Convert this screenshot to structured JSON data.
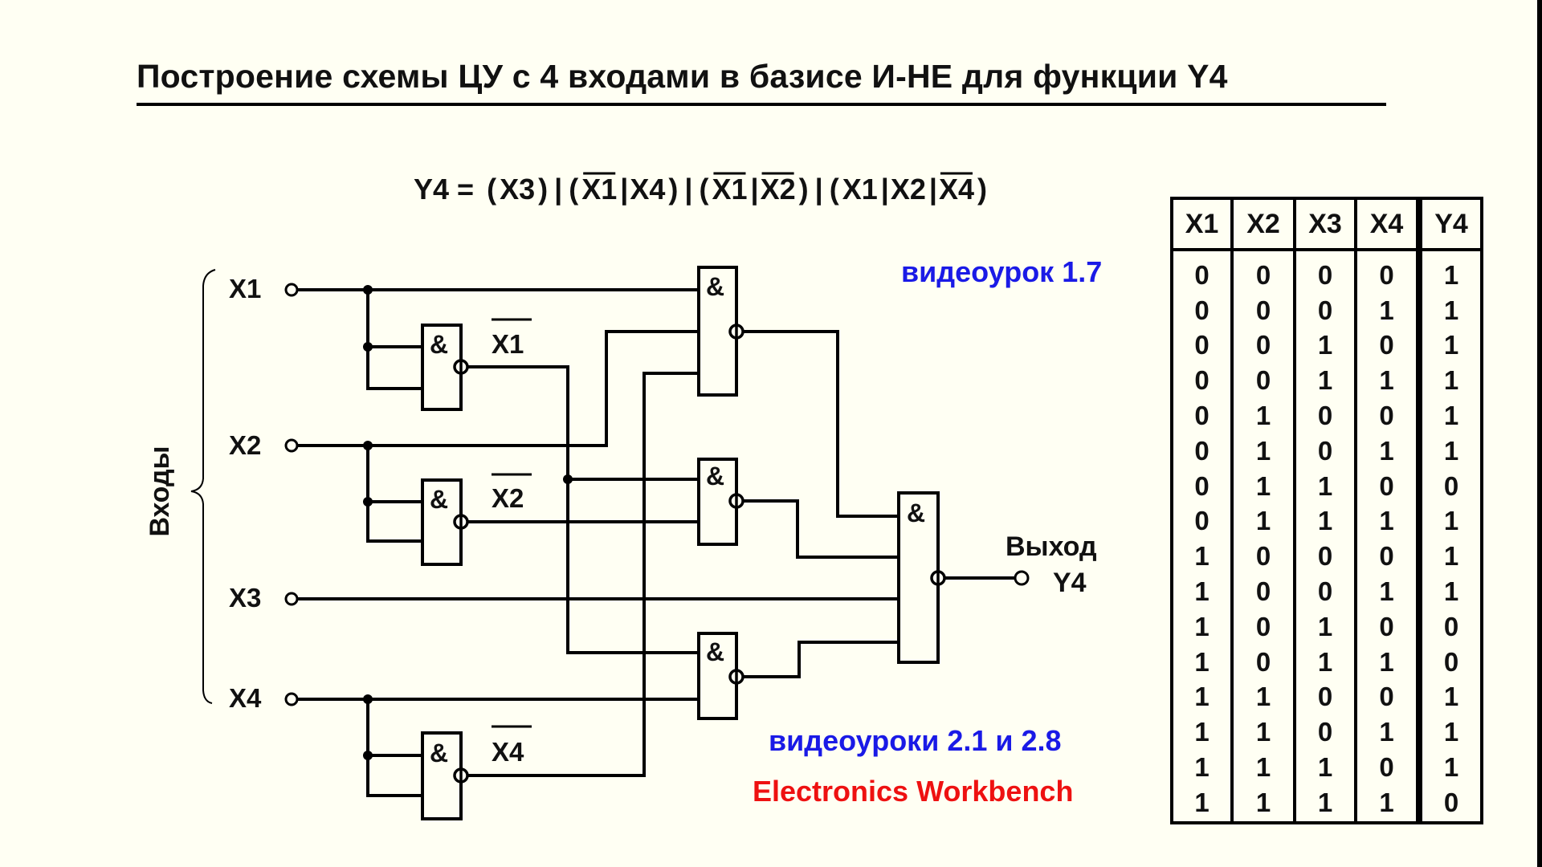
{
  "title": "Построение схемы ЦУ с 4 входами в базисе И-НЕ для функции Y4",
  "formula": {
    "lhs": "Y4 =",
    "terms": [
      {
        "parts": [
          {
            "text": "X3",
            "negated": false
          }
        ]
      },
      {
        "parts": [
          {
            "text": "X1",
            "negated": true
          },
          {
            "text": "X4",
            "negated": false
          }
        ]
      },
      {
        "parts": [
          {
            "text": "X1",
            "negated": true
          },
          {
            "text": "X2",
            "negated": true
          }
        ]
      },
      {
        "parts": [
          {
            "text": "X1",
            "negated": false
          },
          {
            "text": "X2",
            "negated": false
          },
          {
            "text": "X4",
            "negated": true
          }
        ]
      }
    ],
    "operator": "|"
  },
  "circuit": {
    "inputs_group_label": "Входы",
    "inputs": [
      {
        "id": "X1",
        "label": "X1"
      },
      {
        "id": "X2",
        "label": "X2"
      },
      {
        "id": "X3",
        "label": "X3"
      },
      {
        "id": "X4",
        "label": "X4"
      }
    ],
    "gate_symbol": "&",
    "inverter_outputs": [
      {
        "label": "X1",
        "negated": true
      },
      {
        "label": "X2",
        "negated": true
      },
      {
        "label": "X4",
        "negated": true
      }
    ],
    "output": {
      "label": "Выход",
      "name": "Y4"
    }
  },
  "notes": {
    "lesson_1_7": "видеоурок 1.7",
    "lessons_2_1_2_8": "видеоуроки 2.1 и 2.8",
    "software": "Electronics Workbench"
  },
  "colors": {
    "background": "#fffff3",
    "lesson_blue": "#1a1ae6",
    "software_red": "#ee1111"
  },
  "truth_table": {
    "headers": [
      "X1",
      "X2",
      "X3",
      "X4",
      "Y4"
    ],
    "rows": [
      [
        "0",
        "0",
        "0",
        "0",
        "1"
      ],
      [
        "0",
        "0",
        "0",
        "1",
        "1"
      ],
      [
        "0",
        "0",
        "1",
        "0",
        "1"
      ],
      [
        "0",
        "0",
        "1",
        "1",
        "1"
      ],
      [
        "0",
        "1",
        "0",
        "0",
        "1"
      ],
      [
        "0",
        "1",
        "0",
        "1",
        "1"
      ],
      [
        "0",
        "1",
        "1",
        "0",
        "0"
      ],
      [
        "0",
        "1",
        "1",
        "1",
        "1"
      ],
      [
        "1",
        "0",
        "0",
        "0",
        "1"
      ],
      [
        "1",
        "0",
        "0",
        "1",
        "1"
      ],
      [
        "1",
        "0",
        "1",
        "0",
        "0"
      ],
      [
        "1",
        "0",
        "1",
        "1",
        "0"
      ],
      [
        "1",
        "1",
        "0",
        "0",
        "1"
      ],
      [
        "1",
        "1",
        "0",
        "1",
        "1"
      ],
      [
        "1",
        "1",
        "1",
        "0",
        "1"
      ],
      [
        "1",
        "1",
        "1",
        "1",
        "0"
      ]
    ]
  }
}
